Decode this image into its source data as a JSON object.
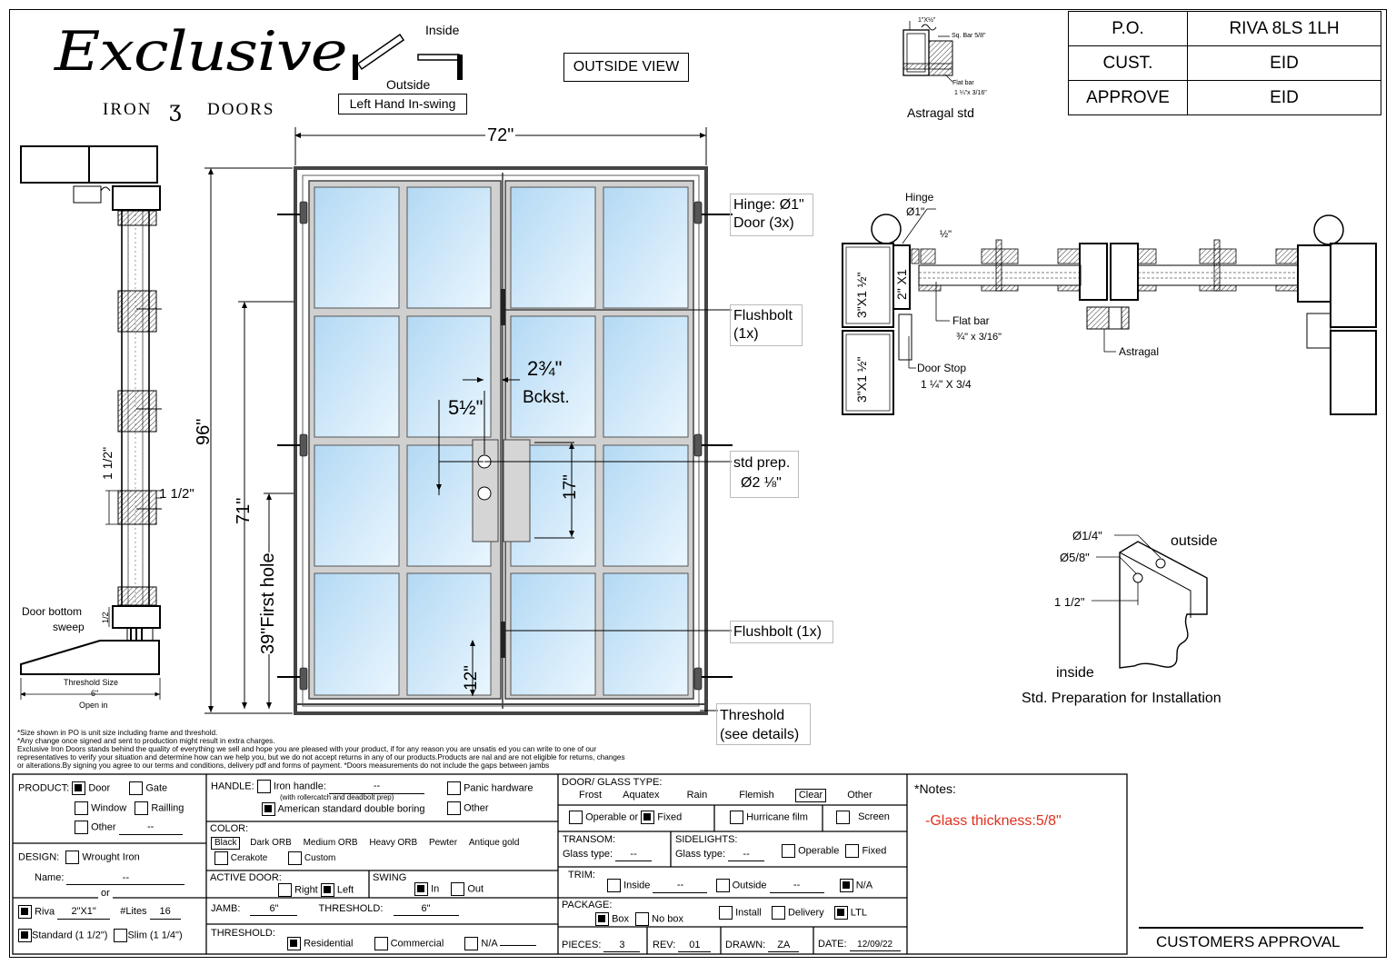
{
  "brand": {
    "line1": "Exclusive",
    "line2_left": "IRON",
    "line2_right": "DOORS"
  },
  "swing_diagram": {
    "inside": "Inside",
    "outside": "Outside",
    "hand": "Left Hand In-swing"
  },
  "view_label": "OUTSIDE VIEW",
  "astragal": {
    "top": "1\"X½\"",
    "bar": "Sq. Bar 5/8\"",
    "flat": "Flat bar",
    "flat_size": "1 ¼\"x 3/16\"",
    "caption": "Astragal std"
  },
  "po_table": [
    {
      "label": "P.O.",
      "value": "RIVA 8LS 1LH"
    },
    {
      "label": "CUST.",
      "value": "EID"
    },
    {
      "label": "APPROVE",
      "value": "EID"
    }
  ],
  "dimensions": {
    "width": "72\"",
    "height": "96\"",
    "handle_height": "71\"",
    "first_hole": "39\"First hole",
    "backset": "2¾\"",
    "backset_label": "Bckst.",
    "spacing": "5½\"",
    "prep_height": "17\"",
    "bottom": "12\"",
    "side_a": "1 1/2\"",
    "side_b": "1 1/2\"",
    "sweep_val": "1/2"
  },
  "callouts": {
    "hinge": "Hinge: Ø1\"",
    "hinge_count": "Door (3x)",
    "flushbolt_top": "Flushbolt",
    "flushbolt_top_count": "(1x)",
    "prep": "std prep.",
    "prep_size": "Ø2 ⅛\"",
    "flushbolt_bottom": "Flushbolt (1x)",
    "threshold": "Threshold",
    "threshold_note": "(see details)"
  },
  "section": {
    "door_bottom": "Door bottom",
    "sweep": "sweep",
    "threshold_size": "Threshold Size",
    "threshold_size_val": "6\"",
    "open_in": "Open in"
  },
  "plan": {
    "hinge": "Hinge",
    "hinge_size": "Ø1\"",
    "half": "½\"",
    "frame_a": "3\"X1 ½\"",
    "frame_b": "2\" X1",
    "frame_c": "3\"X1 ½\"",
    "flat_bar": "Flat bar",
    "flat_bar_size": "¾\" x 3/16\"",
    "door_stop": "Door Stop",
    "door_stop_size": "1 ¼\" X 3/4",
    "astragal": "Astragal"
  },
  "prep_detail": {
    "d1": "Ø1/4\"",
    "d2": "Ø5/8\"",
    "offset": "1 1/2\"",
    "outside": "outside",
    "inside": "inside",
    "caption": "Std. Preparation for Installation"
  },
  "disclaimer": [
    "*Size shown in PO is unit size including frame and threshold.",
    "*Any change once signed and sent to production might result in extra charges.",
    "Exclusive Iron Doors stands behind the quality of everything we sell and hope you are pleased with your product, if for any reason you are unsatis    ed you can write to one of our",
    "representatives to verify your situation and determine how can we help you, but we do not accept returns in any of our products.Products are     nal and are not eligible for returns, changes",
    "or alterations.By signing you agree to our terms and conditions, delivery pdf and forms of payment. *Doors measurements do not include the gaps between jambs"
  ],
  "form": {
    "product_label": "PRODUCT:",
    "door": "Door",
    "gate": "Gate",
    "window": "Window",
    "railling": "Railling",
    "other": "Other",
    "other_val": "--",
    "design_label": "DESIGN:",
    "wrought": "Wrought Iron",
    "name_label": "Name:",
    "name_val": "--",
    "or": "or",
    "riva": "Riva",
    "riva_val": "2\"X1\"",
    "lites_label": "#Lites",
    "lites_val": "16",
    "standard": "Standard (1 1/2\")",
    "slim": "Slim (1 1/4\")",
    "handle_label": "HANDLE:",
    "iron_handle": "Iron handle:",
    "iron_handle_val": "--",
    "iron_handle_note": "(with rollercatch and deadbolt prep)",
    "american": "American standard double boring",
    "panic": "Panic hardware",
    "other2": "Other",
    "color_label": "COLOR:",
    "colors": [
      "Black",
      "Dark ORB",
      "Medium ORB",
      "Heavy ORB",
      "Pewter",
      "Antique gold"
    ],
    "cerakote": "Cerakote",
    "custom": "Custom",
    "active_label": "ACTIVE DOOR:",
    "right": "Right",
    "left": "Left",
    "swing_label": "SWING",
    "in": "In",
    "out": "Out",
    "jamb_label": "JAMB:",
    "jamb_val": "6\"",
    "threshold_label": "THRESHOLD:",
    "threshold_val": "6\"",
    "threshold_type_label": "THRESHOLD:",
    "residential": "Residential",
    "commercial": "Commercial",
    "na": "N/A",
    "glass_label": "DOOR/ GLASS TYPE:",
    "glass_types": [
      "Frost",
      "Aquatex",
      "Rain",
      "Flemish",
      "Clear",
      "Other"
    ],
    "operable": "Operable",
    "or2": "or",
    "fixed": "Fixed",
    "hurricane": "Hurricane film",
    "screen": "Screen",
    "transom_label": "TRANSOM:",
    "transom_glass": "Glass type:",
    "transom_val": "--",
    "sidelights_label": "SIDELIGHTS:",
    "sidelights_glass": "Glass type:",
    "sidelights_val": "--",
    "operable2": "Operable",
    "fixed2": "Fixed",
    "trim_label": "TRIM:",
    "inside": "Inside",
    "inside_val": "--",
    "outside": "Outside",
    "outside_val": "--",
    "na2": "N/A",
    "package_label": "PACKAGE:",
    "box": "Box",
    "nobox": "No box",
    "install": "Install",
    "delivery": "Delivery",
    "ltl": "LTL",
    "pieces_label": "PIECES:",
    "pieces_val": "3",
    "rev_label": "REV:",
    "rev_val": "01",
    "drawn_label": "DRAWN:",
    "drawn_val": "ZA",
    "date_label": "DATE:",
    "date_val": "12/09/22",
    "notes_label": "*Notes:",
    "notes_val": "-Glass thickness:5/8\"",
    "approval": "CUSTOMERS APPROVAL"
  },
  "colors": {
    "glass_top": "#b9dcf5",
    "glass_bottom": "#e6f4fd",
    "frame": "#555555",
    "note_red": "#e0301e"
  }
}
